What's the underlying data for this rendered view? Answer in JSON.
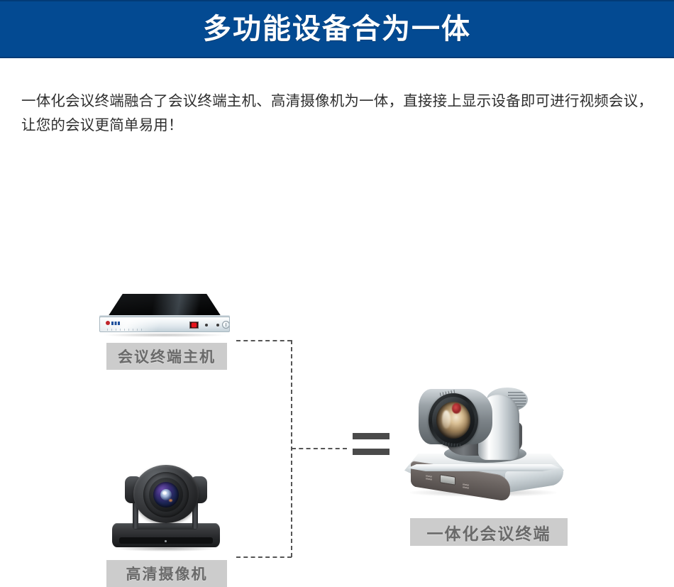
{
  "banner": {
    "title": "多功能设备合为一体",
    "bg_color": "#034a92",
    "text_color": "#ffffff"
  },
  "intro": {
    "paragraph": "一体化会议终端融合了会议终端主机、高清摄像机为一体，直接接上显示设备即可进行视频会议，让您的会议更简单易用！"
  },
  "diagram": {
    "equation_symbol": "=",
    "chip_bg_color": "#cccccc",
    "chip_text_color": "#6a6a6a",
    "connector_color": "#555555",
    "nodes": [
      {
        "id": "terminal-host",
        "label": "会议终端主机",
        "device": "rack-server"
      },
      {
        "id": "hd-camera",
        "label": "高清摄像机",
        "device": "black-ptz-camera"
      },
      {
        "id": "all-in-one-terminal",
        "label": "一体化会议终端",
        "device": "silver-ptz-camera"
      }
    ]
  }
}
